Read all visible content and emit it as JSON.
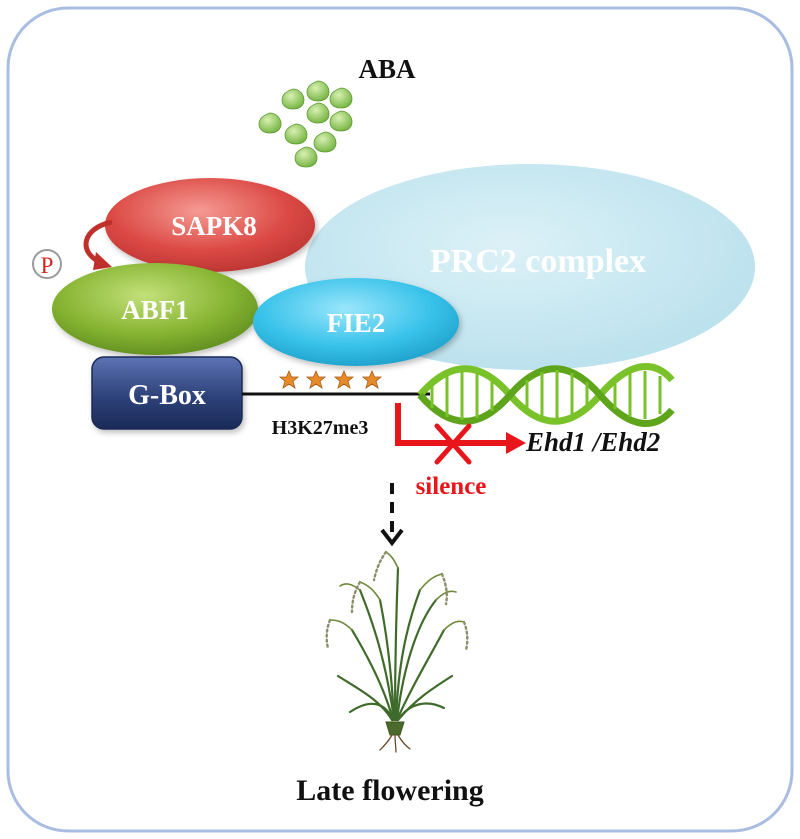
{
  "labels": {
    "aba": "ABA",
    "sapk8": "SAPK8",
    "prc2": "PRC2 complex",
    "phospho": "P",
    "abf1": "ABF1",
    "fie2": "FIE2",
    "gbox": "G-Box",
    "h3k27me3": "H3K27me3",
    "ehd": "Ehd1 /Ehd2",
    "silence": "silence",
    "late_flowering": "Late flowering"
  },
  "colors": {
    "frame_border": "#a9bde3",
    "aba_green": "#8fc75a",
    "sapk8_red": "#dc4a45",
    "prc2_blue": "#bfe4ef",
    "abf1_green": "#7fae2e",
    "fie2_cyan": "#3fc6ec",
    "gbox_navy": "#2e427a",
    "star_orange": "#e98a2a",
    "dna_green": "#7ac229",
    "arrow_red": "#e8161b"
  },
  "icons": {
    "aba": "aba-molecule-cluster-icon",
    "stars": "methylation-star-icon",
    "dna": "dna-helix-icon",
    "plant": "rice-plant-icon"
  }
}
